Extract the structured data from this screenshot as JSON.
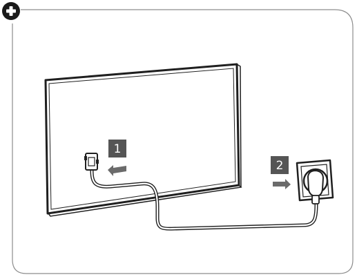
{
  "icons": {
    "corner": "plus-circle-icon",
    "tv": "tv-back-panel",
    "tv_plug": "power-plug-icon",
    "wall_socket": "wall-socket-icon",
    "arrow_in_tv": "insert-arrow-icon",
    "arrow_in_socket": "insert-arrow-icon"
  },
  "steps": [
    {
      "number": "1"
    },
    {
      "number": "2"
    }
  ],
  "colors": {
    "frame_line": "#8c8c8c",
    "outline": "#1f1f1f",
    "badge_fill": "#555555",
    "arrow_fill": "#6b6b6b",
    "plus_fill": "#1a1a1a"
  }
}
